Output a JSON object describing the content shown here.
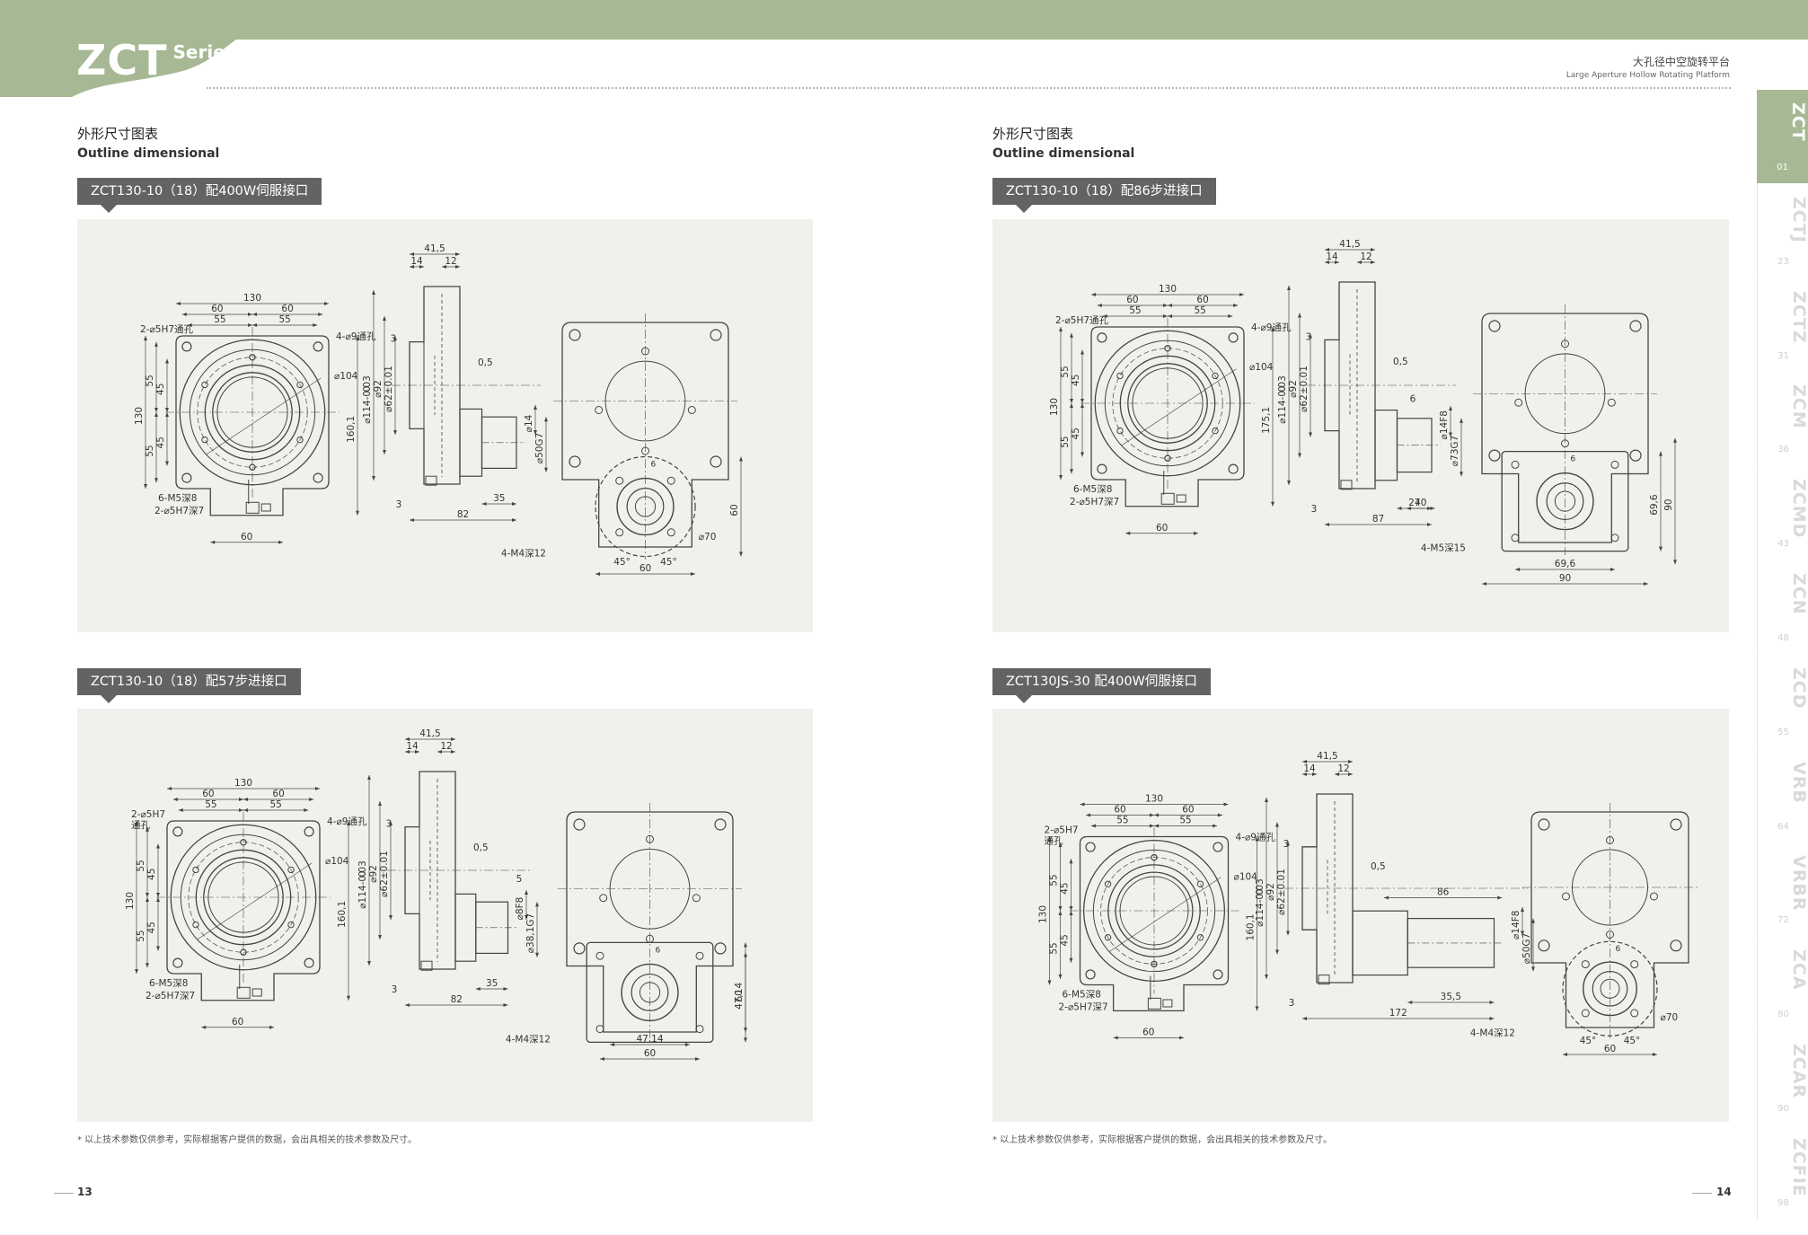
{
  "header": {
    "brand": "ZCT",
    "series": "Series",
    "subtitle_cn": "大孔径中空旋转平台",
    "subtitle_en": "Large Aperture Hollow Rotating Platform"
  },
  "left_page": {
    "title_cn": "外形尺寸图表",
    "title_en": "Outline dimensional",
    "footnote": "* 以上技术参数仅供参考，实际根据客户提供的数据，会出具相关的技术参数及尺寸。",
    "page_number": "13"
  },
  "right_page": {
    "title_cn": "外形尺寸图表",
    "title_en": "Outline dimensional",
    "footnote": "* 以上技术参数仅供参考，实际根据客户提供的数据，会出具相关的技术参数及尺寸。",
    "page_number": "14"
  },
  "panels": [
    {
      "label": "ZCT130-10（18）配400W伺服接口",
      "d": {
        "d130": "130",
        "d60a": "60",
        "d60b": "60",
        "d55a": "55",
        "d55b": "55",
        "hole2": "2-⌀5H7通孔",
        "hole4": "4-⌀9通孔",
        "d104": "⌀104",
        "v130": "130",
        "v55a": "55",
        "v45a": "45",
        "v45b": "45",
        "v55b": "55",
        "v160": "160,1",
        "m5": "6-M5深8",
        "h5": "2-⌀5H7深7",
        "bot60": "60",
        "s415": "41,5",
        "s14": "14",
        "s12": "12",
        "s3": "3",
        "s05": "0,5",
        "sd114": "0\n⌀114-0.03",
        "sd92": "⌀92",
        "sd62": "⌀62±0.01",
        "sa": "⌀14",
        "sb": "⌀50G7",
        "s3b": "3",
        "s35": "35",
        "s82": "82",
        "rm4": "4-M4深12",
        "r45a": "45°",
        "r45b": "45°",
        "r60": "60",
        "r70": "⌀70",
        "rv60": "60",
        "r6": "6"
      }
    },
    {
      "label": "ZCT130-10（18）配86步进接口",
      "d": {
        "d130": "130",
        "d60a": "60",
        "d60b": "60",
        "d55a": "55",
        "d55b": "55",
        "hole2": "2-⌀5H7通孔",
        "hole4": "4-⌀9通孔",
        "d104": "⌀104",
        "v130": "130",
        "v55a": "55",
        "v45a": "45",
        "v45b": "45",
        "v55b": "55",
        "v160": "175,1",
        "m5": "6-M5深8",
        "h5": "2-⌀5H7深7",
        "bot60": "60",
        "s415": "41,5",
        "s14": "14",
        "s12": "12",
        "s3": "3",
        "s05": "0,5",
        "sd114": "0\n⌀114-0.03",
        "sd92": "⌀92",
        "sd62": "⌀62±0.01",
        "sa": "⌀14F8",
        "sb": "⌀73G7",
        "s3b": "3",
        "s35": "27",
        "s40": "40",
        "s6": "6",
        "s82": "87",
        "rm4": "4-M5深15",
        "r60": "69,6",
        "r90": "90",
        "rv60": "69,6",
        "rv90": "90",
        "r6": "6"
      }
    },
    {
      "label": "ZCT130-10（18）配57步进接口",
      "d": {
        "d130": "130",
        "d60a": "60",
        "d60b": "60",
        "d55a": "55",
        "d55b": "55",
        "hole2": "2-⌀5H7\n通孔",
        "hole4": "4-⌀9通孔",
        "d104": "⌀104",
        "v130": "130",
        "v55a": "55",
        "v45a": "45",
        "v45b": "45",
        "v55b": "55",
        "v160": "160,1",
        "m5": "6-M5深8",
        "h5": "2-⌀5H7深7",
        "bot60": "60",
        "s415": "41,5",
        "s14": "14",
        "s12": "12",
        "s3": "3",
        "s05": "0,5",
        "sd114": "0\n⌀114-0.03",
        "sd92": "⌀92",
        "sd62": "⌀62±0.01",
        "sa": "⌀8F8",
        "sb": "⌀38,1G7",
        "s3b": "3",
        "s35": "35",
        "s5": "5",
        "s82": "82",
        "rm4": "4-M4深12",
        "r60": "60",
        "r4714": "47,14",
        "rv4714": "47,14",
        "rv60": "60",
        "r6": "6"
      }
    },
    {
      "label": "ZCT130JS-30 配400W伺服接口",
      "d": {
        "d130": "130",
        "d60a": "60",
        "d60b": "60",
        "d55a": "55",
        "d55b": "55",
        "hole2": "2-⌀5H7\n通孔",
        "hole4": "4-⌀9通孔",
        "d104": "⌀104",
        "v130": "130",
        "v55a": "55",
        "v45a": "45",
        "v45b": "45",
        "v55b": "55",
        "v160": "160,1",
        "m5": "6-M5深8",
        "h5": "2-⌀5H7深7",
        "bot60": "60",
        "s415": "41,5",
        "s14": "14",
        "s12": "12",
        "s3": "3",
        "s05": "0,5",
        "sd114": "0\n⌀114-0.03",
        "sd92": "⌀92",
        "sd62": "⌀62±0.01",
        "sa": "⌀14F8",
        "sb": "⌀50G7",
        "s3b": "3",
        "s86": "86",
        "s35": "35,5",
        "s82": "172",
        "rm4": "4-M4深12",
        "r45a": "45°",
        "r45b": "45°",
        "r60": "60",
        "r70": "⌀70",
        "r6": "6"
      }
    }
  ],
  "side_tabs": [
    {
      "label": "ZCT",
      "page": "01",
      "active": true
    },
    {
      "label": "ZCTJ",
      "page": "23"
    },
    {
      "label": "ZCTZ",
      "page": "31"
    },
    {
      "label": "ZCM",
      "page": "36"
    },
    {
      "label": "ZCMD",
      "page": "43"
    },
    {
      "label": "ZCN",
      "page": "48"
    },
    {
      "label": "ZCD",
      "page": "55"
    },
    {
      "label": "VRB",
      "page": "64"
    },
    {
      "label": "VRBR",
      "page": "72"
    },
    {
      "label": "ZCA",
      "page": "80"
    },
    {
      "label": "ZCAR",
      "page": "90"
    },
    {
      "label": "ZCFIE",
      "page": "98"
    }
  ],
  "colors": {
    "accent": "#a6b994",
    "panel_bg": "#eff2ec",
    "label_bg": "#636363",
    "line": "#444444"
  }
}
